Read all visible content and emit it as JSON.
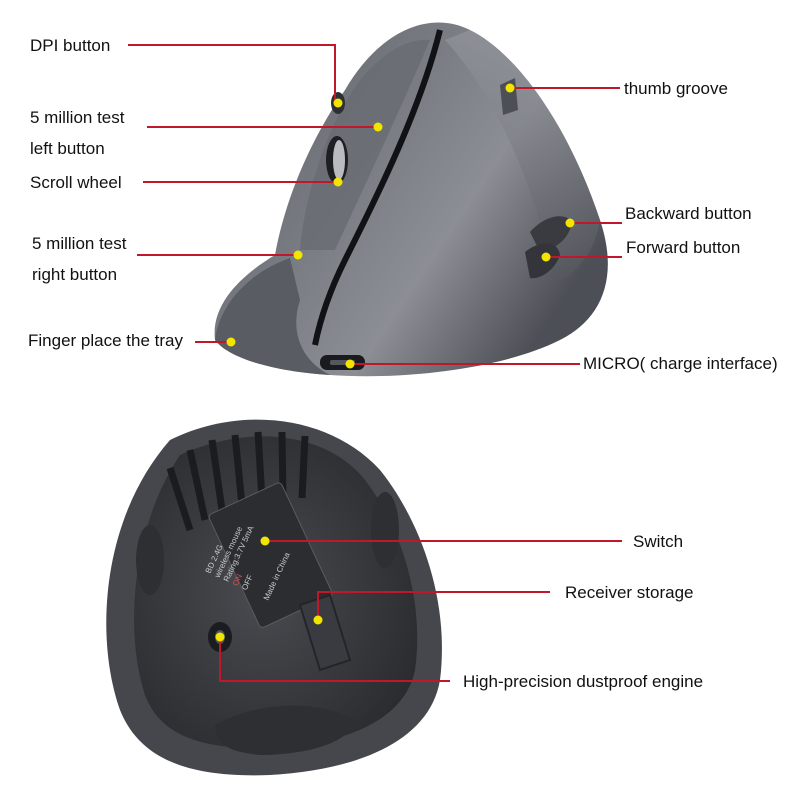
{
  "colors": {
    "leader": "#c0182a",
    "dot": "#f2e600",
    "mouse_body": "#6e7077",
    "mouse_dark": "#2a2b30",
    "bottom_body": "#3d3e43"
  },
  "top_view": {
    "callouts": [
      {
        "id": "dpi-button",
        "line1": "DPI button",
        "line2": ""
      },
      {
        "id": "left-button",
        "line1": "5 million test",
        "line2": "left button"
      },
      {
        "id": "scroll-wheel",
        "line1": "Scroll wheel",
        "line2": ""
      },
      {
        "id": "right-button",
        "line1": "5 million test",
        "line2": "right button"
      },
      {
        "id": "finger-tray",
        "line1": "Finger place the tray",
        "line2": ""
      },
      {
        "id": "thumb-groove",
        "line1": "thumb groove",
        "line2": ""
      },
      {
        "id": "backward-button",
        "line1": "Backward button",
        "line2": ""
      },
      {
        "id": "forward-button",
        "line1": "Forward button",
        "line2": ""
      },
      {
        "id": "micro-port",
        "line1": "MICRO( charge interface)",
        "line2": ""
      }
    ]
  },
  "bottom_view": {
    "callouts": [
      {
        "id": "switch",
        "line1": "Switch",
        "line2": ""
      },
      {
        "id": "receiver-storage",
        "line1": "Receiver storage",
        "line2": ""
      },
      {
        "id": "engine",
        "line1": "High-precision dustproof engine",
        "line2": ""
      }
    ],
    "sticker": {
      "line1": "BD 2.4G",
      "line2": "wireless mouse",
      "line3": "Rating:3.7V 5mA",
      "switch_on": "ON",
      "switch_off": "OFF",
      "made_in": "Made in China"
    }
  }
}
